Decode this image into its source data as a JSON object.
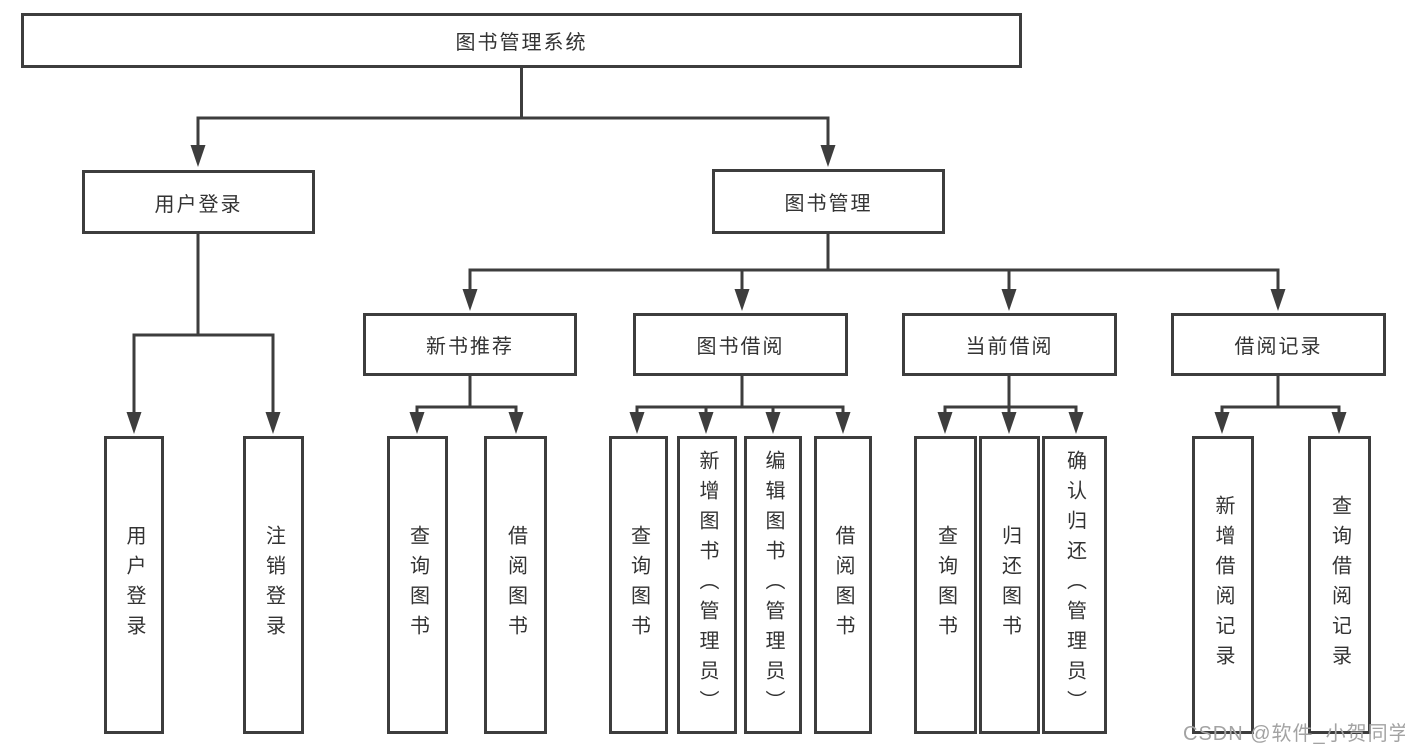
{
  "watermark": "CSDN @软件_小贺同学",
  "colors": {
    "line": "#3d3d3d",
    "text": "#333333",
    "watermark": "#a3a3a3",
    "background": "#ffffff"
  },
  "tree": {
    "label": "图书管理系统",
    "children": [
      {
        "label": "用户登录",
        "children": [
          {
            "label": "用户登录"
          },
          {
            "label": "注销登录"
          }
        ]
      },
      {
        "label": "图书管理",
        "children": [
          {
            "label": "新书推荐",
            "children": [
              {
                "label": "查询图书"
              },
              {
                "label": "借阅图书"
              }
            ]
          },
          {
            "label": "图书借阅",
            "children": [
              {
                "label": "查询图书"
              },
              {
                "label": "新增图书（管理员）"
              },
              {
                "label": "编辑图书（管理员）"
              },
              {
                "label": "借阅图书"
              }
            ]
          },
          {
            "label": "当前借阅",
            "children": [
              {
                "label": "查询图书"
              },
              {
                "label": "归还图书"
              },
              {
                "label": "确认归还（管理员）"
              }
            ]
          },
          {
            "label": "借阅记录",
            "children": [
              {
                "label": "新增借阅记录"
              },
              {
                "label": "查询借阅记录"
              }
            ]
          }
        ]
      }
    ]
  }
}
